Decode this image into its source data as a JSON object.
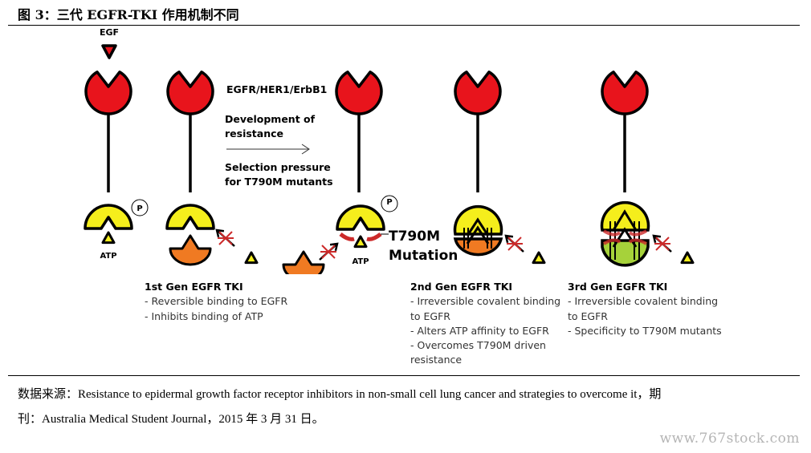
{
  "title": "图 3：三代 EGFR-TKI 作用机制不同",
  "diagram": {
    "egf_label": "EGF",
    "receptor_label": "EGFR/HER1/ErbB1",
    "resistance_label_1": "Development of",
    "resistance_label_2": "resistance",
    "selection_label_1": "Selection pressure",
    "selection_label_2": "for T790M mutants",
    "atp_label": "ATP",
    "phospho_label": "P",
    "mutation_label_1": "T790M",
    "mutation_label_2": "Mutation",
    "colors": {
      "receptor": "#e8141c",
      "kinase": "#f5ee1c",
      "tki": "#f07a22",
      "mutation": "#cc2a2a",
      "third_gen": "#a6d23a"
    }
  },
  "captions": [
    {
      "heading": "1st Gen EGFR TKI",
      "lines": [
        "- Reversible binding to EGFR",
        "- Inhibits binding of ATP"
      ]
    },
    {
      "heading": "2nd Gen EGFR TKI",
      "lines": [
        "- Irreversible covalent binding",
        "to EGFR",
        "- Alters ATP affinity to EGFR",
        "- Overcomes T790M driven",
        "resistance"
      ]
    },
    {
      "heading": "3rd Gen EGFR TKI",
      "lines": [
        "- Irreversible covalent binding",
        "to EGFR",
        "- Specificity to T790M mutants"
      ]
    }
  ],
  "source": {
    "line1": "数据来源：Resistance to epidermal growth factor receptor inhibitors in non-small cell lung cancer and strategies to overcome it，期",
    "line2": "刊：Australia Medical Student Journal，2015 年 3 月 31 日。"
  },
  "watermark": "www.767stock.com"
}
